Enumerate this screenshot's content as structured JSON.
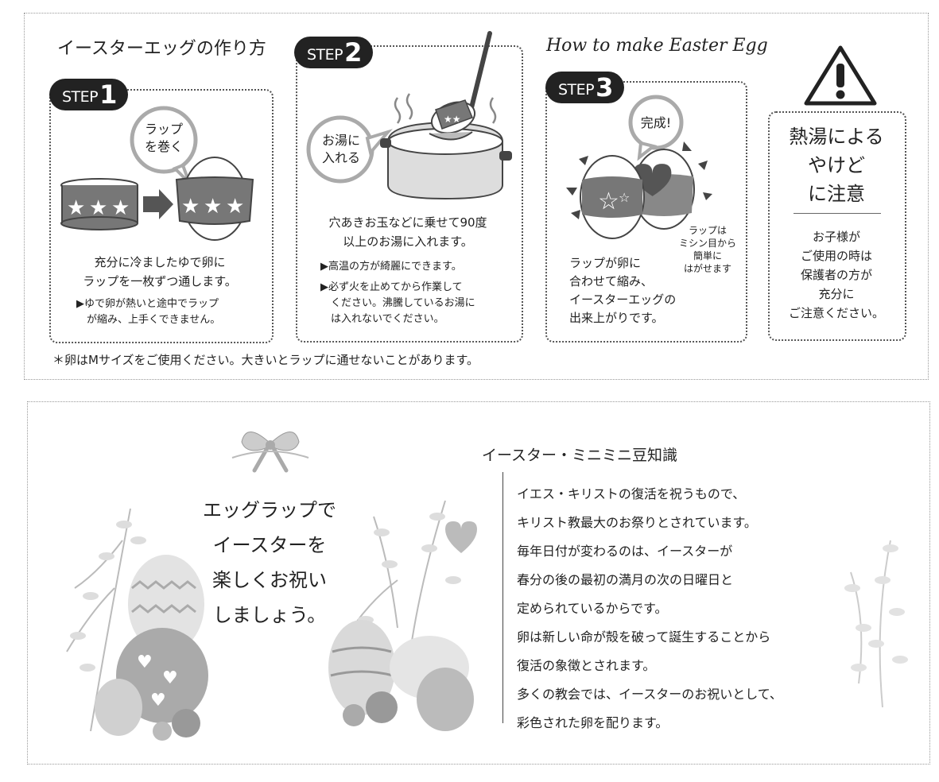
{
  "header": {
    "title_jp": "イースターエッグの作り方",
    "title_en": "How to make Easter Egg"
  },
  "step1": {
    "badge_text": "STEP",
    "badge_num": "1",
    "bubble": [
      "ラップ",
      "を巻く"
    ],
    "main": [
      "充分に冷ましたゆで卵に",
      "ラップを一枚ずつ通します。"
    ],
    "note": [
      "▶ゆで卵が熱いと途中でラップ",
      "が縮み、上手くできません。"
    ]
  },
  "step2": {
    "badge_text": "STEP",
    "badge_num": "2",
    "bubble": [
      "お湯に",
      "入れる"
    ],
    "main": [
      "穴あきお玉などに乗せて90度",
      "以上のお湯に入れます。"
    ],
    "note1": "▶高温の方が綺麗にできます。",
    "note2": [
      "▶必ず火を止めてから作業して",
      "ください。沸騰しているお湯に",
      "は入れないでください。"
    ]
  },
  "step3": {
    "badge_text": "STEP",
    "badge_num": "3",
    "bubble": "完成!",
    "side_note": [
      "ラップは",
      "ミシン目から",
      "簡単に",
      "はがせます"
    ],
    "main": [
      "ラップが卵に",
      "合わせて縮み、",
      "イースターエッグの",
      "出来上がりです。"
    ]
  },
  "warning": {
    "title": [
      "熱湯による",
      "やけど",
      "に注意"
    ],
    "body": [
      "お子様が",
      "ご使用の時は",
      "保護者の方が",
      "充分に",
      "ご注意ください。"
    ]
  },
  "footnote": "＊卵はMサイズをご使用ください。大きいとラップに通せないことがあります。",
  "lower": {
    "greeting": [
      "エッグラップで",
      "イースターを",
      "楽しくお祝い",
      "しましょう。"
    ],
    "trivia_title": "イースター・ミニミニ豆知識",
    "trivia_lines": [
      "イエス・キリストの復活を祝うもので、",
      "キリスト教最大のお祭りとされています。",
      "毎年日付が変わるのは、イースターが",
      "春分の後の最初の満月の次の日曜日と",
      "定められているからです。",
      "卵は新しい命が殻を破って誕生することから",
      "復活の象徴とされます。",
      "多くの教会では、イースターのお祝いとして、",
      "彩色された卵を配ります。"
    ]
  },
  "colors": {
    "dark": "#222222",
    "gray_band": "#7a7a7a",
    "light_gray": "#d9d9d9",
    "outline": "#555555"
  }
}
